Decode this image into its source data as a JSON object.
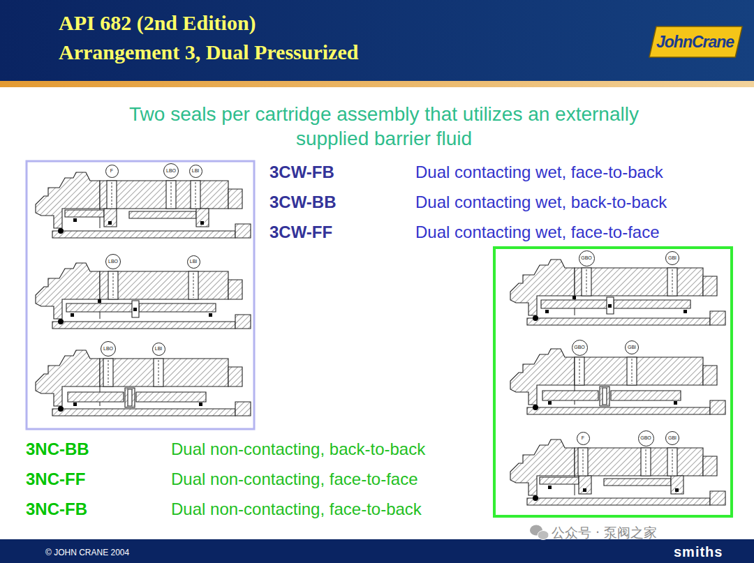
{
  "diagram": {
    "title": "API 682 (2nd Edition)",
    "nodes": [
      {
        "text": [
          "F"
        ]
      },
      {
        "text": [
          "LBO"
        ]
      },
      {
        "text": [
          "LBI"
        ]
      },
      {
        "text": [
          "LBO"
        ]
      },
      {
        "text": [
          "LBI"
        ]
      },
      {
        "text": [
          "LBO"
        ]
      },
      {
        "text": [
          "LBI"
        ]
      },
      {
        "text": [
          "GBO"
        ]
      },
      {
        "text": [
          "GBI"
        ]
      },
      {
        "text": [
          "GBO"
        ]
      },
      {
        "text": [
          "GBI"
        ]
      },
      {
        "text": [
          "F"
        ]
      },
      {
        "text": [
          "GBO"
        ]
      },
      {
        "text": [
          "GBI"
        ]
      }
    ],
    "labels": [
      "Arrangement 3, Dual Pressurized",
      "JohnCrane",
      "Two seals per cartridge assembly that utilizes an externally supplied barrier fluid",
      "3CW-FB",
      "Dual contacting wet, face-to-back",
      "3CW-BB",
      "Dual contacting wet, back-to-back",
      "3CW-FF",
      "Dual contacting wet, face-to-face",
      "3NC-BB",
      "Dual non-contacting, back-to-back",
      "3NC-FF",
      "Dual non-contacting, face-to-face",
      "3NC-FB",
      "Dual non-contacting, face-to-back",
      "© JOHN CRANE 2004",
      "公众号 · 泵阀之家",
      "smiths"
    ]
  }
}
